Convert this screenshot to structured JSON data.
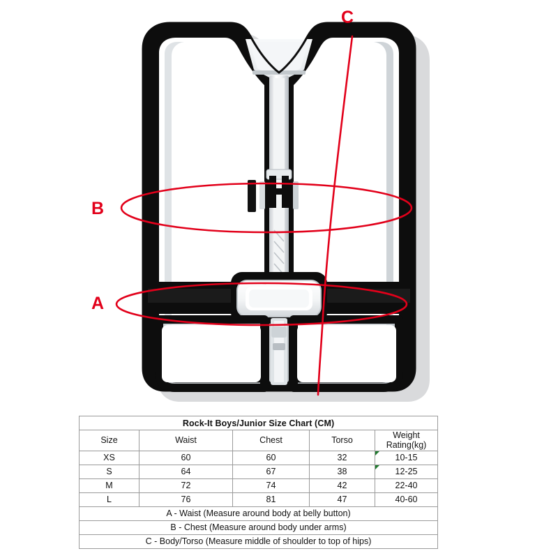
{
  "illustration": {
    "alt": "life-jacket-vest-measurement-diagram",
    "measurement_labels": [
      {
        "id": "A",
        "text": "A"
      },
      {
        "id": "B",
        "text": "B"
      },
      {
        "id": "C",
        "text": "C"
      }
    ],
    "colors": {
      "measurement_line": "#e2001a",
      "vest_outline": "#0d0d0d",
      "vest_fill": "#ffffff",
      "vest_shadow": "#b9bcbf",
      "vest_inner_panel": "#eef1f3"
    }
  },
  "table": {
    "title": "Rock-It Boys/Junior Size Chart (CM)",
    "columns": [
      "Size",
      "Waist",
      "Chest",
      "Torso",
      "Weight Rating(kg)"
    ],
    "column_labels": {
      "size": "Size",
      "waist": "Waist",
      "chest": "Chest",
      "torso": "Torso",
      "weight_line1": "Weight",
      "weight_line2": "Rating(kg)"
    },
    "rows": [
      {
        "size": "XS",
        "waist": "60",
        "chest": "60",
        "torso": "32",
        "weight": "10-15",
        "flag": true
      },
      {
        "size": "S",
        "waist": "64",
        "chest": "67",
        "torso": "38",
        "weight": "12-25",
        "flag": true
      },
      {
        "size": "M",
        "waist": "72",
        "chest": "74",
        "torso": "42",
        "weight": "22-40",
        "flag": false
      },
      {
        "size": "L",
        "waist": "76",
        "chest": "81",
        "torso": "47",
        "weight": "40-60",
        "flag": false
      }
    ],
    "notes": [
      "A - Waist (Measure around body at belly button)",
      "B - Chest (Measure around body under arms)",
      "C - Body/Torso (Measure middle of shoulder to top of hips)"
    ]
  },
  "chart_data": {
    "type": "table",
    "title": "Rock-It Boys/Junior Size Chart (CM)",
    "categories": [
      "XS",
      "S",
      "M",
      "L"
    ],
    "series": [
      {
        "name": "Waist",
        "values": [
          60,
          64,
          72,
          76
        ]
      },
      {
        "name": "Chest",
        "values": [
          60,
          67,
          74,
          81
        ]
      },
      {
        "name": "Torso",
        "values": [
          32,
          38,
          42,
          47
        ]
      },
      {
        "name": "Weight Rating(kg)",
        "values": [
          "10-15",
          "12-25",
          "22-40",
          "40-60"
        ]
      }
    ],
    "xlabel": "Size",
    "ylabel": "Centimetres"
  }
}
